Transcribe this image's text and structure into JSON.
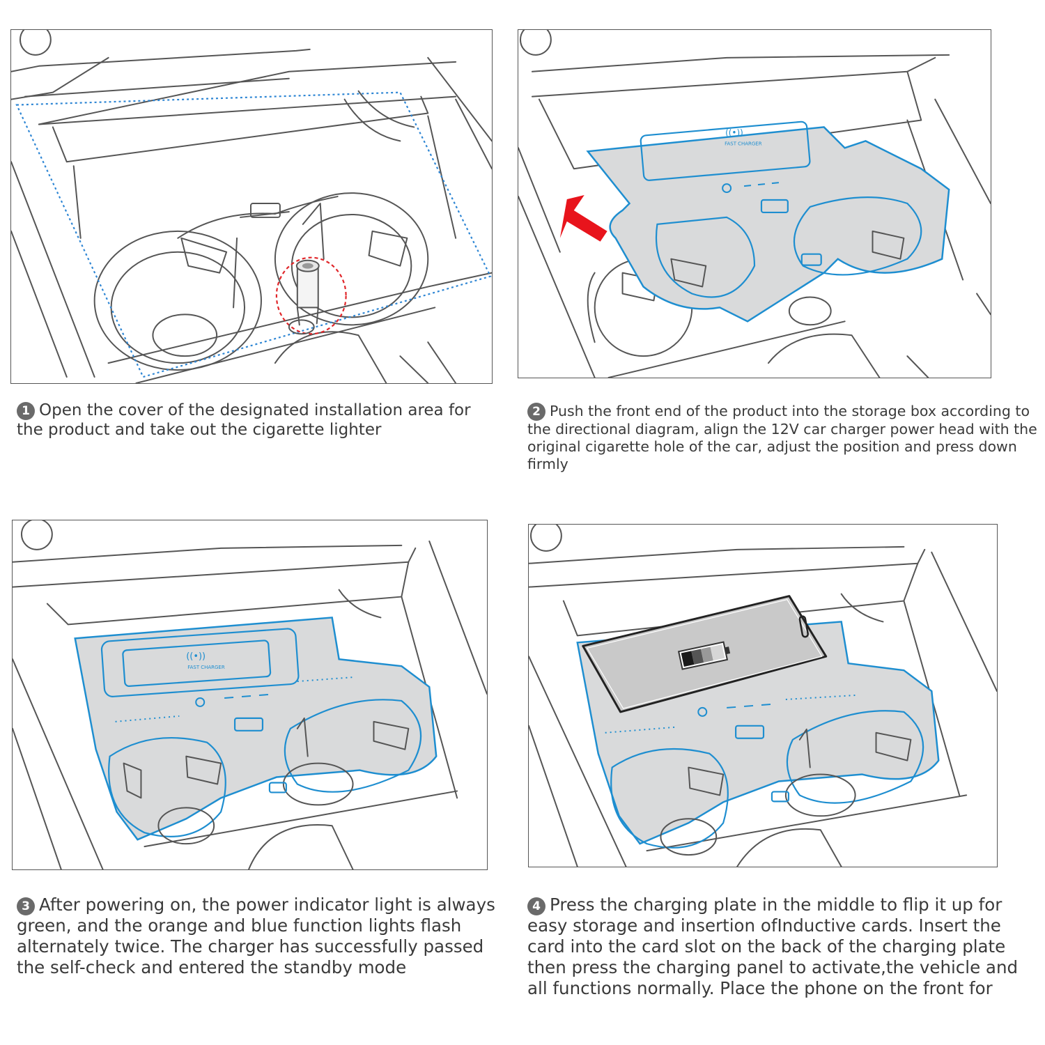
{
  "steps": [
    {
      "number": "1",
      "text": "Open the cover of the designated installation area for the product and take out the cigarette lighter"
    },
    {
      "number": "2",
      "text": "Push the front end of the product into the storage box according to the directional diagram, align the 12V car charger power head with the original cigarette hole of the car, adjust the position and press down firmly"
    },
    {
      "number": "3",
      "text": "After powering on, the power indicator light is always green, and the orange and blue function lights flash alternately twice. The charger has successfully passed the self-check and entered the standby mode"
    },
    {
      "number": "4",
      "text": "Press the charging plate in the middle to flip it up for easy storage and insertion ofInductive cards. Insert the card into the card slot on the back of the charging plate then press the charging panel to activate,the vehicle and all functions normally. Place the phone on the front for"
    }
  ],
  "product_label": "FAST CHARGER",
  "colors": {
    "outline": "#555555",
    "accent_blue": "#1e8ed0",
    "highlight_red": "#e0262a",
    "arrow_red": "#e8141c",
    "plate_gray": "#d9dadb"
  },
  "icons": [
    "cigarette-lighter-icon",
    "direction-arrow-icon",
    "wireless-charging-icon",
    "battery-icon",
    "power-indicator-icon",
    "usb-port-icon"
  ]
}
